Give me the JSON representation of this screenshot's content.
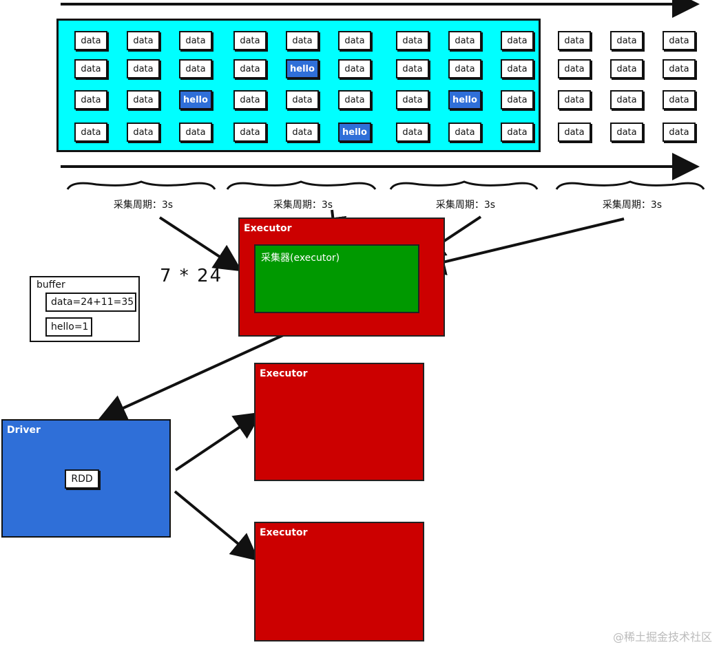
{
  "stream": {
    "grid_in_band": [
      [
        "data",
        "data",
        "data",
        "data",
        "data",
        "data",
        "data",
        "data",
        "data"
      ],
      [
        "data",
        "data",
        "data",
        "data",
        "hello",
        "data",
        "data",
        "data",
        "data"
      ],
      [
        "data",
        "data",
        "hello",
        "data",
        "data",
        "data",
        "data",
        "hello",
        "data"
      ],
      [
        "data",
        "data",
        "data",
        "data",
        "data",
        "hello",
        "data",
        "data",
        "data"
      ]
    ],
    "grid_outside": [
      [
        "data",
        "data",
        "data"
      ],
      [
        "data",
        "data",
        "data"
      ],
      [
        "data",
        "data",
        "data"
      ],
      [
        "data",
        "data",
        "data"
      ]
    ],
    "highlight_word": "hello"
  },
  "periods": [
    "采集周期：3s",
    "采集周期：3s",
    "采集周期：3s",
    "采集周期：3s"
  ],
  "executor_main": {
    "title": "Executor",
    "collector_label": "采集器(executor)"
  },
  "calc_label": "7 * 24",
  "buffer": {
    "title": "buffer",
    "items": [
      "data=24+11=35",
      "hello=1"
    ]
  },
  "driver": {
    "title": "Driver",
    "rdd_label": "RDD"
  },
  "executor_2": {
    "title": "Executor"
  },
  "executor_3": {
    "title": "Executor"
  },
  "watermark": "@稀土掘金技术社区",
  "colors": {
    "stream_band": "#00ffff",
    "executor": "#cc0000",
    "collector": "#009900",
    "driver": "#2f6fd8",
    "hello_cell": "#2f6fd8"
  }
}
